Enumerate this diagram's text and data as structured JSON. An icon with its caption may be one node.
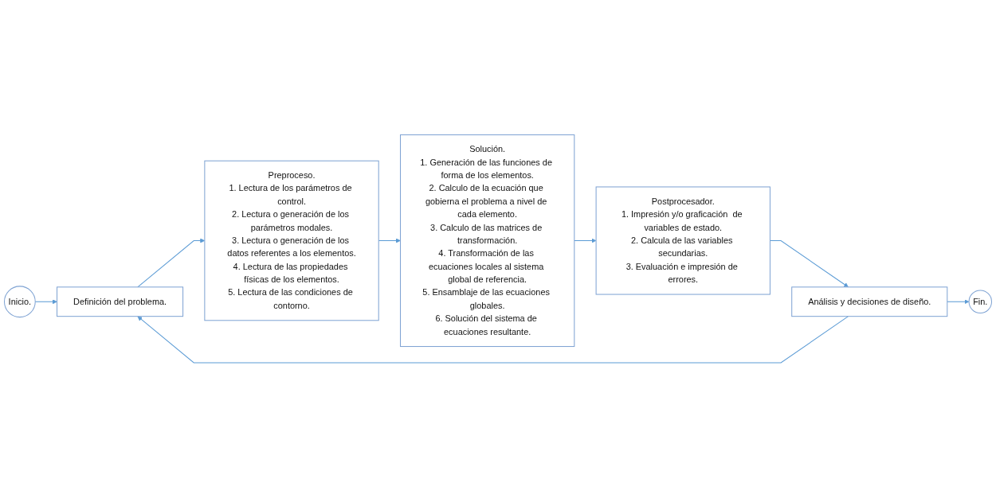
{
  "diagram": {
    "nodes": [
      {
        "text": [
          "Inicio."
        ]
      },
      {
        "text": [
          "Definición del problema."
        ]
      },
      {
        "text": [
          "Análisis y decisiones de diseño."
        ]
      },
      {
        "text": [
          "Fin."
        ]
      },
      {
        "text": [
          "Preproceso.",
          "1. Lectura de los parámetros de control.",
          "2. Lectura o generación de los parámetros modales.",
          "3. Lectura o generación de los datos referentes a los elementos.",
          "4. Lectura de las propiedades físicas de los elementos.",
          "5. Lectura de las condiciones de contorno."
        ]
      },
      {
        "text": [
          "Solución.",
          "1. Generación de las funciones de forma de los elementos.",
          "2. Calculo de la ecuación que gobierna el problema a nivel de cada elemento.",
          "3. Calculo de las matrices de transformación.",
          "4. Transformación de las ecuaciones locales al sistema global de referencia.",
          "5. Ensamblaje de las ecuaciones globales.",
          "6. Solución del sistema de ecuaciones resultante."
        ]
      },
      {
        "text": [
          "Postprocesador.",
          "1. Impresión y/o graficación  de variables de estado.",
          "2. Calcula de las variables secundarias.",
          "3. Evaluación e impresión de errores."
        ]
      }
    ],
    "edges": [
      {
        "from": 0,
        "to": 1,
        "arrow": "to"
      },
      {
        "from": 2,
        "to": 1,
        "arrow": "to"
      },
      {
        "from": 2,
        "to": 3,
        "arrow": "to"
      },
      {
        "from": 1,
        "to": 4,
        "arrow": "to"
      },
      {
        "from": 4,
        "to": 5,
        "arrow": "to"
      },
      {
        "from": 5,
        "to": 6,
        "arrow": "to"
      },
      {
        "from": 6,
        "to": 2,
        "arrow": "to"
      }
    ]
  }
}
